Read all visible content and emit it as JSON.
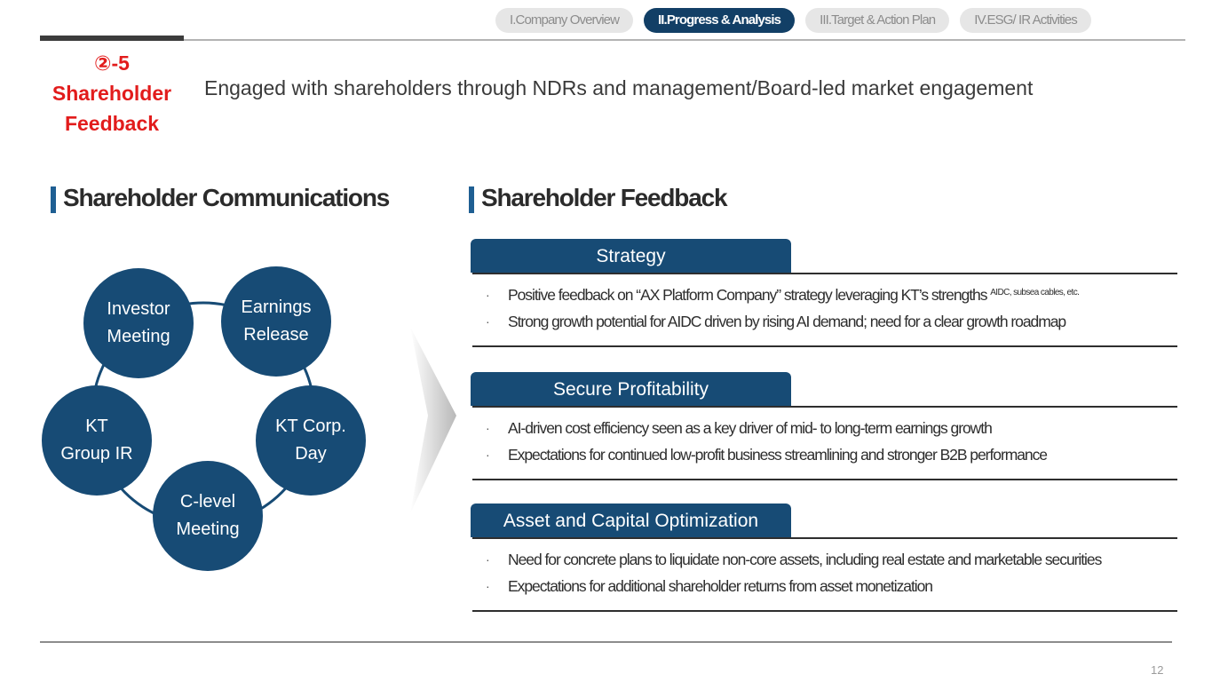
{
  "nav": {
    "tabs": [
      {
        "label": "I.Company Overview",
        "active": false
      },
      {
        "label": "II.Progress & Analysis",
        "active": true
      },
      {
        "label": "III.Target & Action Plan",
        "active": false
      },
      {
        "label": "IV.ESG/ IR Activities",
        "active": false
      }
    ]
  },
  "section": {
    "number": "②-5",
    "title_line1": "Shareholder",
    "title_line2": "Feedback",
    "headline": "Engaged with shareholders through NDRs and management/Board-led market engagement"
  },
  "communications": {
    "title": "Shareholder Communications",
    "nodes": [
      {
        "line1": "Investor",
        "line2": "Meeting"
      },
      {
        "line1": "Earnings",
        "line2": "Release"
      },
      {
        "line1": "KT Corp.",
        "line2": "Day"
      },
      {
        "line1": "C-level",
        "line2": "Meeting"
      },
      {
        "line1": "KT",
        "line2": "Group IR"
      }
    ]
  },
  "feedback": {
    "title": "Shareholder Feedback",
    "cards": [
      {
        "heading": "Strategy",
        "items": [
          {
            "text": "Positive feedback on “AX Platform Company” strategy leveraging KT’s strengths",
            "sup": "AIDC, subsea cables, etc."
          },
          {
            "text": "Strong growth potential for AIDC driven by rising AI demand; need for a clear growth roadmap",
            "sup": ""
          }
        ]
      },
      {
        "heading": "Secure Profitability",
        "items": [
          {
            "text": "AI-driven cost efficiency seen as a key driver of mid- to long-term earnings growth",
            "sup": ""
          },
          {
            "text": "Expectations for continued low-profit business streamlining and stronger B2B performance",
            "sup": ""
          }
        ]
      },
      {
        "heading": "Asset and Capital Optimization",
        "items": [
          {
            "text": "Need for concrete plans to liquidate non-core assets, including real estate and marketable securities",
            "sup": ""
          },
          {
            "text": "Expectations for additional shareholder returns from asset monetization",
            "sup": ""
          }
        ]
      }
    ]
  },
  "bullet_char": "·",
  "page_number": "12",
  "colors": {
    "accent_red": "#e21c1c",
    "navy": "#174b75",
    "active_tab": "#123f66"
  }
}
